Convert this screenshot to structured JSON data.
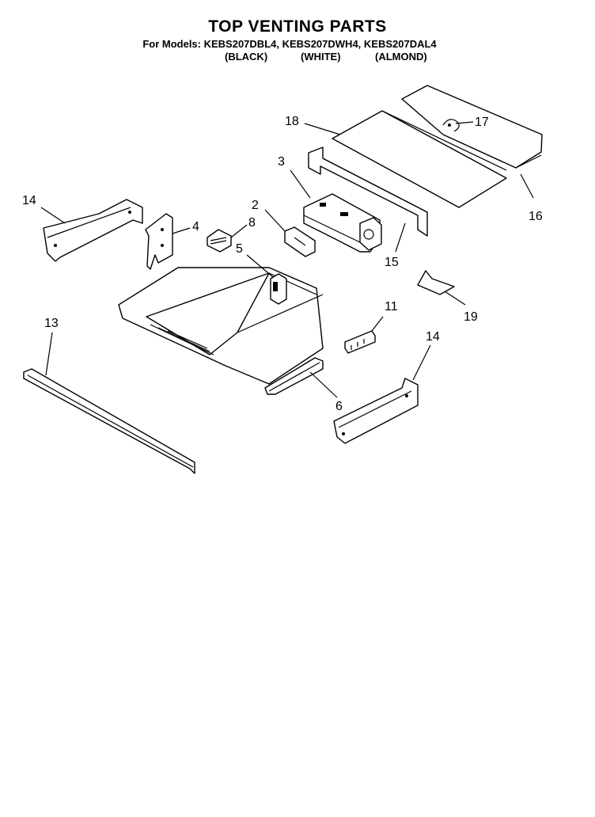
{
  "title": "TOP VENTING PARTS",
  "models_line": "For Models: KEBS207DBL4, KEBS207DWH4, KEBS207DAL4",
  "variants": [
    "(BLACK)",
    "(WHITE)",
    "(ALMOND)"
  ],
  "callouts": {
    "c2": "2",
    "c3": "3",
    "c4": "4",
    "c5": "5",
    "c6": "6",
    "c8": "8",
    "c11": "11",
    "c13": "13",
    "c14a": "14",
    "c14b": "14",
    "c15": "15",
    "c16": "16",
    "c17": "17",
    "c18": "18",
    "c19": "19"
  }
}
